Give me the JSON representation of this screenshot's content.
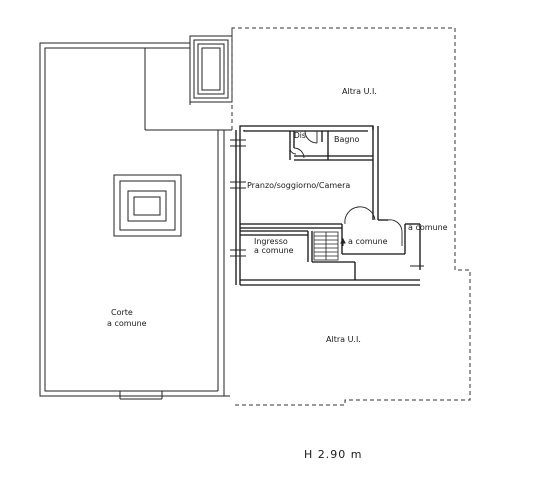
{
  "floor_plan": {
    "rooms": {
      "altra_north": "Altra U.I.",
      "bagno": "Bagno",
      "dis": "Dis.",
      "pranzo": "Pranzo/soggiorno/Camera",
      "ingresso_line1": "Ingresso",
      "ingresso_line2": "a comune",
      "stair_comune": "a comune",
      "right_comune": "a comune",
      "corte_line1": "Corte",
      "corte_line2": "a comune",
      "altra_south": "Altra U.I."
    },
    "height_label": "H  2.90  m"
  }
}
